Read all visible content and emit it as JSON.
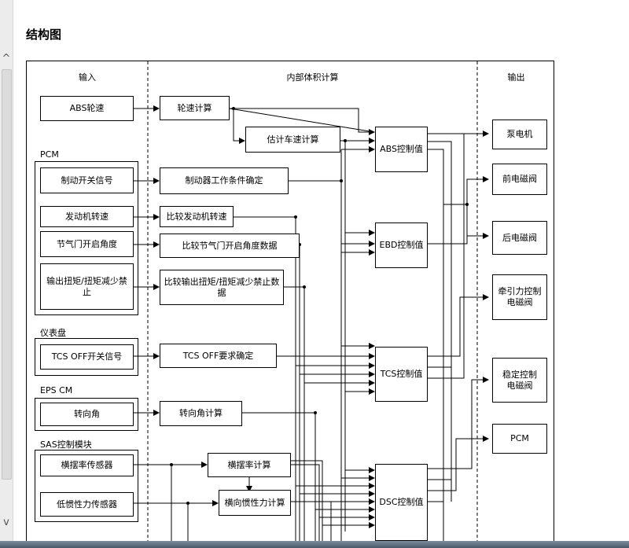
{
  "page": {
    "title": "结构图"
  },
  "scroll": {
    "up_icon": "chevron-up-icon",
    "down_icon": "chevron-down-icon",
    "up_glyph": "^",
    "down_glyph": "v"
  },
  "diagram": {
    "headers": {
      "input": "输入",
      "internal": "内部体积计算",
      "output": "输出"
    },
    "groups": {
      "pcm": "PCM",
      "instrument": "仪表盘",
      "eps": "EPS CM",
      "sas": "SAS控制模块"
    },
    "inputs": {
      "abs_wheel_speed": "ABS轮速",
      "brake_switch": "制动开关信号",
      "engine_speed": "发动机转速",
      "throttle_angle": "节气门开启角度",
      "torque_reduce_inhibit": "输出扭矩/扭矩减少禁止",
      "tcs_off_switch": "TCS OFF开关信号",
      "steering_angle": "转向角",
      "yaw_rate_sensor": "横摆率传感器",
      "low_inertia_sensor": "低惯性力传感器"
    },
    "calcs": {
      "wheel_speed": "轮速计算",
      "vehicle_speed": "估计车速计算",
      "brake_condition": "制动器工作条件确定",
      "compare_engine_speed": "比较发动机转速",
      "compare_throttle": "比较节气门开启角度数据",
      "compare_torque": "比较输出扭矩/扭矩减少禁止数据",
      "tcs_off_confirm": "TCS OFF要求确定",
      "steering_calc": "转向角计算",
      "yaw_calc": "横摆率计算",
      "lateral_calc": "横向惯性力计算"
    },
    "controls": {
      "abs": "ABS控制值",
      "ebd": "EBD控制值",
      "tcs": "TCS控制值",
      "dsc": "DSC控制值"
    },
    "outputs": {
      "pump_motor": "泵电机",
      "front_valve": "前电磁阀",
      "rear_valve": "后电磁阀",
      "traction_valve": "牵引力控制\n电磁阀",
      "stability_valve": "稳定控制\n电磁阀",
      "pcm": "PCM"
    }
  }
}
